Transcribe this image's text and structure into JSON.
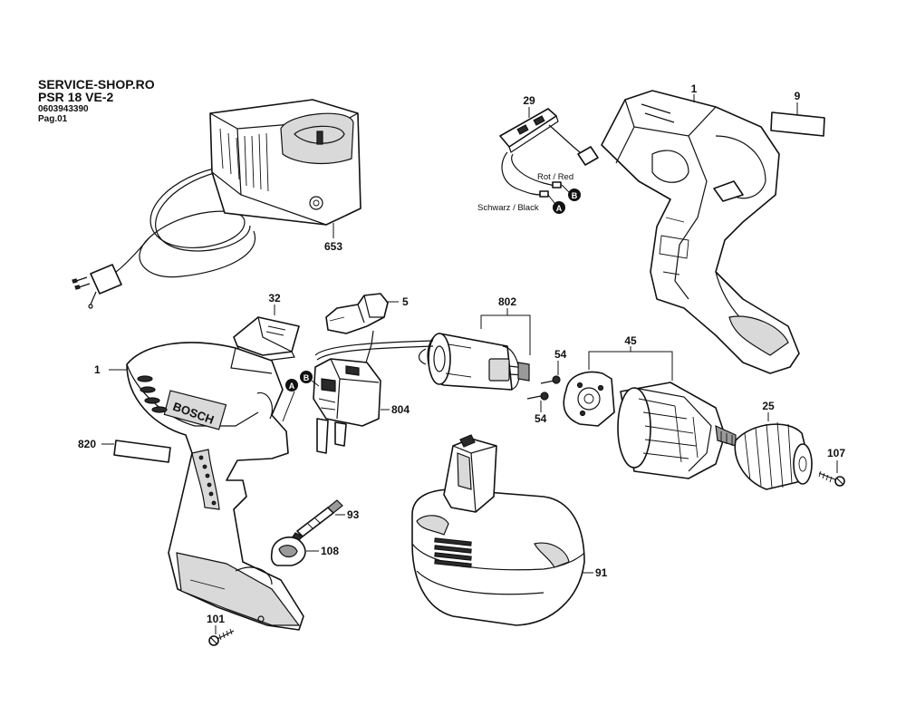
{
  "header": {
    "shop": "SERVICE-SHOP.RO",
    "model": "PSR 18 VE-2",
    "code": "0603943390",
    "page": "Pag.01"
  },
  "parts": {
    "p653": "653",
    "p29": "29",
    "p1_top": "1",
    "p9": "9",
    "p32": "32",
    "p5": "5",
    "p802": "802",
    "p54_a": "54",
    "p54_b": "54",
    "p45": "45",
    "p1_left": "1",
    "p804": "804",
    "p25": "25",
    "p820": "820",
    "p107": "107",
    "p93": "93",
    "p108": "108",
    "p91": "91",
    "p101": "101"
  },
  "wires": {
    "red": "Rot / Red",
    "black": "Schwarz / Black",
    "marker_a": "A",
    "marker_b": "B"
  },
  "brand": "BOSCH"
}
